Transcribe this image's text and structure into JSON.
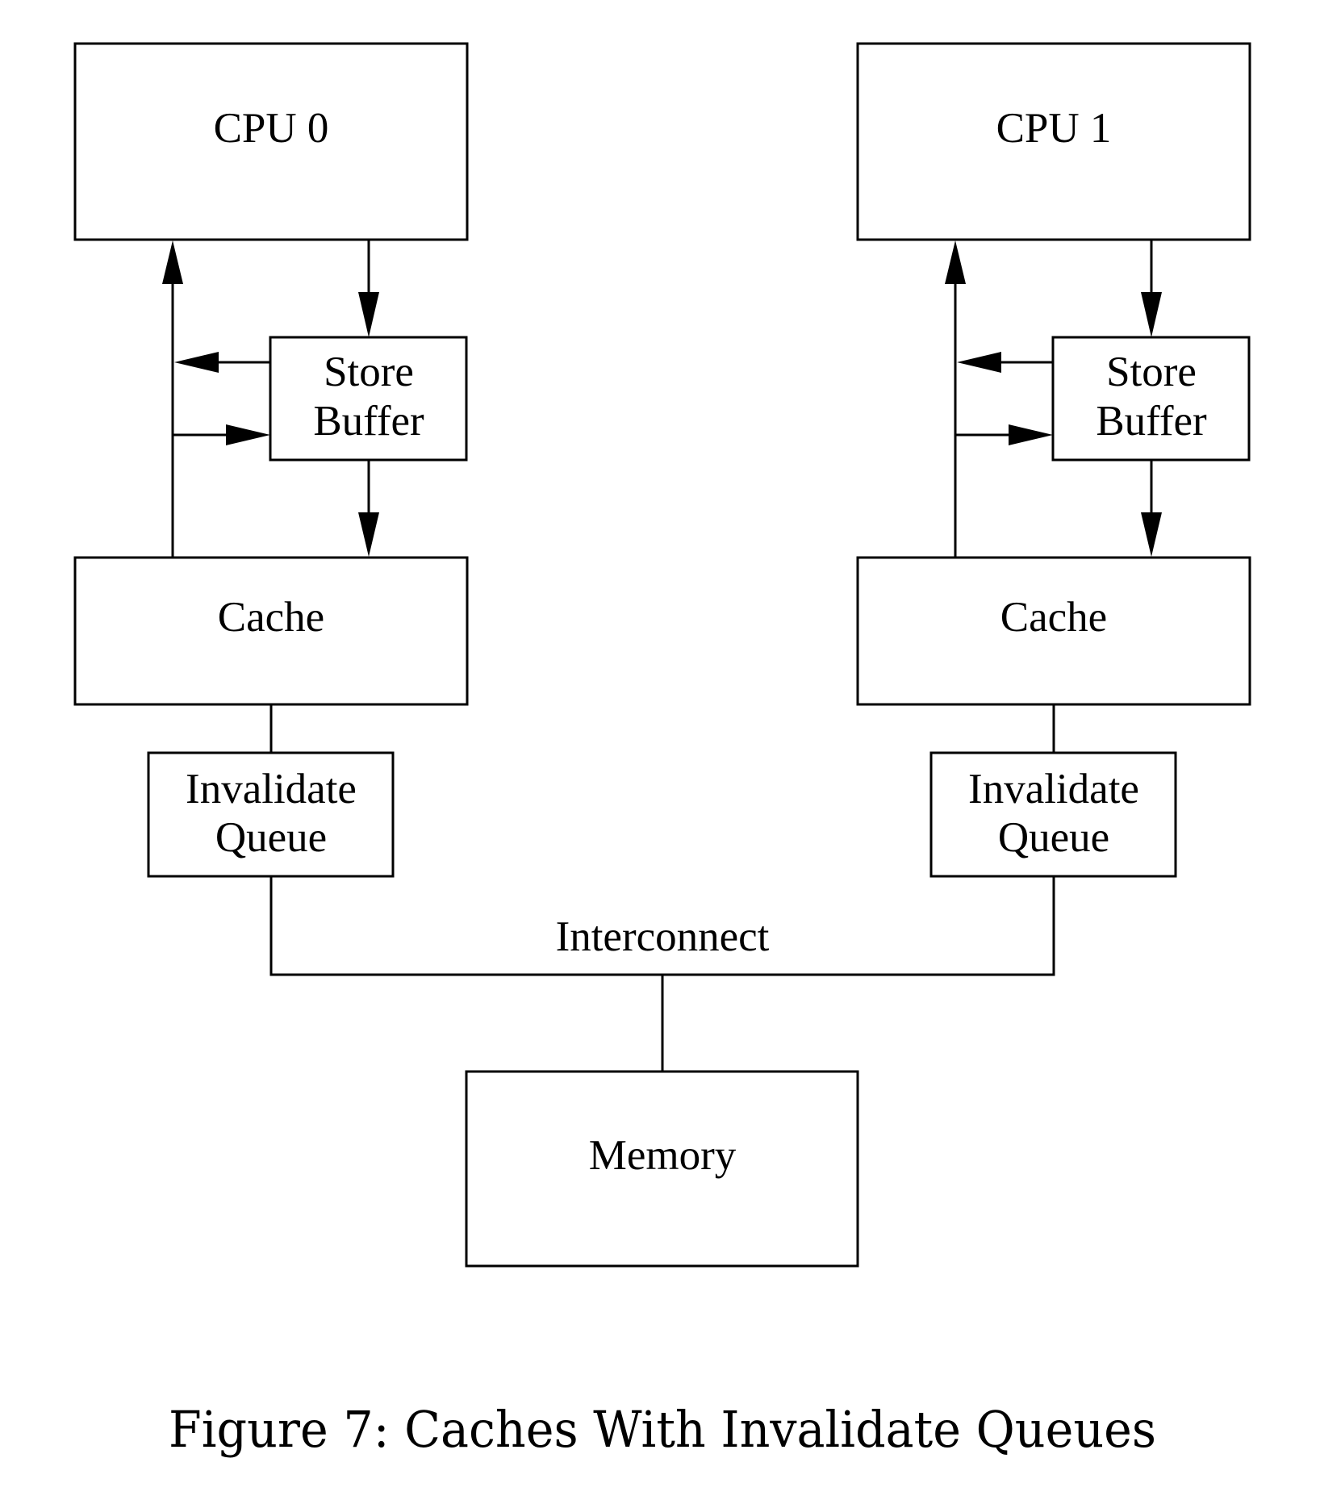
{
  "figure": {
    "caption": "Figure 7: Caches With Invalidate Queues"
  },
  "nodes": {
    "cpu0": {
      "label": "CPU 0"
    },
    "cpu1": {
      "label": "CPU 1"
    },
    "store_buffer_0": {
      "line1": "Store",
      "line2": "Buffer"
    },
    "store_buffer_1": {
      "line1": "Store",
      "line2": "Buffer"
    },
    "cache0": {
      "label": "Cache"
    },
    "cache1": {
      "label": "Cache"
    },
    "invalidate_queue_0": {
      "line1": "Invalidate",
      "line2": "Queue"
    },
    "invalidate_queue_1": {
      "line1": "Invalidate",
      "line2": "Queue"
    },
    "memory": {
      "label": "Memory"
    }
  },
  "interconnect": {
    "label": "Interconnect"
  },
  "edges": [
    {
      "from": "cpu0",
      "to": "store_buffer_0",
      "directed": true
    },
    {
      "from": "store_buffer_0",
      "to": "cache0",
      "directed": true
    },
    {
      "from": "cache0",
      "to": "cpu0",
      "directed": true
    },
    {
      "from": "store_buffer_0",
      "to": "cpu0",
      "directed": true
    },
    {
      "from": "cache0",
      "to": "store_buffer_0",
      "directed": true
    },
    {
      "from": "cache0",
      "to": "invalidate_queue_0",
      "directed": false
    },
    {
      "from": "cpu1",
      "to": "store_buffer_1",
      "directed": true
    },
    {
      "from": "store_buffer_1",
      "to": "cache1",
      "directed": true
    },
    {
      "from": "cache1",
      "to": "cpu1",
      "directed": true
    },
    {
      "from": "store_buffer_1",
      "to": "cpu1",
      "directed": true
    },
    {
      "from": "cache1",
      "to": "store_buffer_1",
      "directed": true
    },
    {
      "from": "cache1",
      "to": "invalidate_queue_1",
      "directed": false
    },
    {
      "from": "invalidate_queue_0",
      "to": "interconnect",
      "directed": false
    },
    {
      "from": "invalidate_queue_1",
      "to": "interconnect",
      "directed": false
    },
    {
      "from": "interconnect",
      "to": "memory",
      "directed": false
    }
  ]
}
